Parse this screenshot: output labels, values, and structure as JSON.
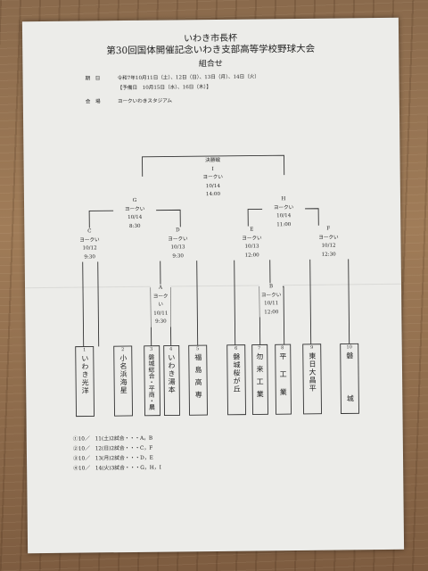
{
  "header": {
    "line1": "いわき市長杯",
    "line2": "第30回国体開催記念いわき支部高等学校野球大会",
    "line3": "組合せ"
  },
  "info": {
    "date_label": "期　日",
    "date_value": "令和7年10月11日（土）、12日（日）、13日（月）、14日（火）",
    "reserve": "【予備日　10月15日（水）、16日（木）】",
    "venue_label": "会　場",
    "venue_value": "ヨークいわきスタジアム"
  },
  "games": {
    "final": {
      "title": "決勝戦",
      "num": "I",
      "venue": "ヨークい",
      "date": "10/14",
      "time": "14:00"
    },
    "G": {
      "title": "G",
      "venue": "ヨークい",
      "date": "10/14",
      "time": "8:30"
    },
    "H": {
      "title": "H",
      "venue": "ヨークい",
      "date": "10/14",
      "time": "11:00"
    },
    "C": {
      "title": "C",
      "venue": "ヨークい",
      "date": "10/12",
      "time": "9:30"
    },
    "D": {
      "title": "D",
      "venue": "ヨークい",
      "date": "10/13",
      "time": "9:30"
    },
    "E": {
      "title": "E",
      "venue": "ヨークい",
      "date": "10/13",
      "time": "12:00"
    },
    "F": {
      "title": "F",
      "venue": "ヨークい",
      "date": "10/12",
      "time": "12:30"
    },
    "A": {
      "title": "A",
      "venue": "ヨークい",
      "date": "10/11",
      "time": "9:30"
    },
    "B": {
      "title": "B",
      "venue": "ヨークい",
      "date": "10/11",
      "time": "12:00"
    }
  },
  "teams": [
    {
      "num": "1",
      "name": "いわき光洋"
    },
    {
      "num": "2",
      "name": "小名浜海星"
    },
    {
      "num": "3",
      "name": "磐城総合・平商・農"
    },
    {
      "num": "4",
      "name": "いわき湯本"
    },
    {
      "num": "5",
      "name": "福島高専"
    },
    {
      "num": "6",
      "name": "磐城桜が丘"
    },
    {
      "num": "7",
      "name": "勿来工業"
    },
    {
      "num": "8",
      "name": "平工業"
    },
    {
      "num": "9",
      "name": "東日大昌平"
    },
    {
      "num": "10",
      "name": "磐城"
    }
  ],
  "schedule": [
    "①10／　11(土)2試合・・・A，B",
    "②10／　12(日)2試合・・・C，F",
    "③10／　13(月)2試合・・・D，E",
    "④10／　14(火)3試合・・・G，H，I"
  ]
}
